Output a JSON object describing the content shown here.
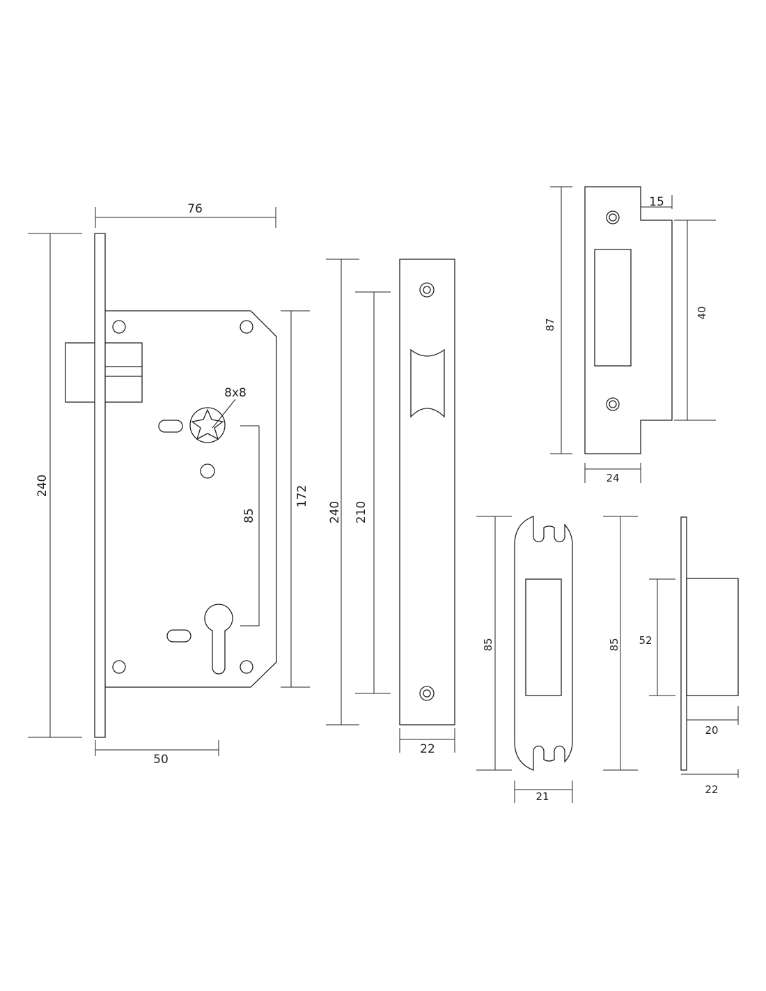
{
  "mortise_lock": {
    "width_76": "76",
    "height_240": "240",
    "body_height_172": "172",
    "center_distance_85": "85",
    "spindle_8x8": "8x8",
    "backset_50": "50"
  },
  "faceplate": {
    "height_240": "240",
    "screw_distance_210": "210",
    "width_22": "22"
  },
  "strike_plate": {
    "height_87": "87",
    "lip_15": "15",
    "window_40": "40",
    "width_24": "24"
  },
  "round_strike": {
    "height_85": "85",
    "width_21": "21"
  },
  "strike_box": {
    "height_85": "85",
    "box_52": "52",
    "depth_20": "20",
    "total_22": "22"
  },
  "colors": {
    "line": "#231f20",
    "background": "#ffffff"
  }
}
